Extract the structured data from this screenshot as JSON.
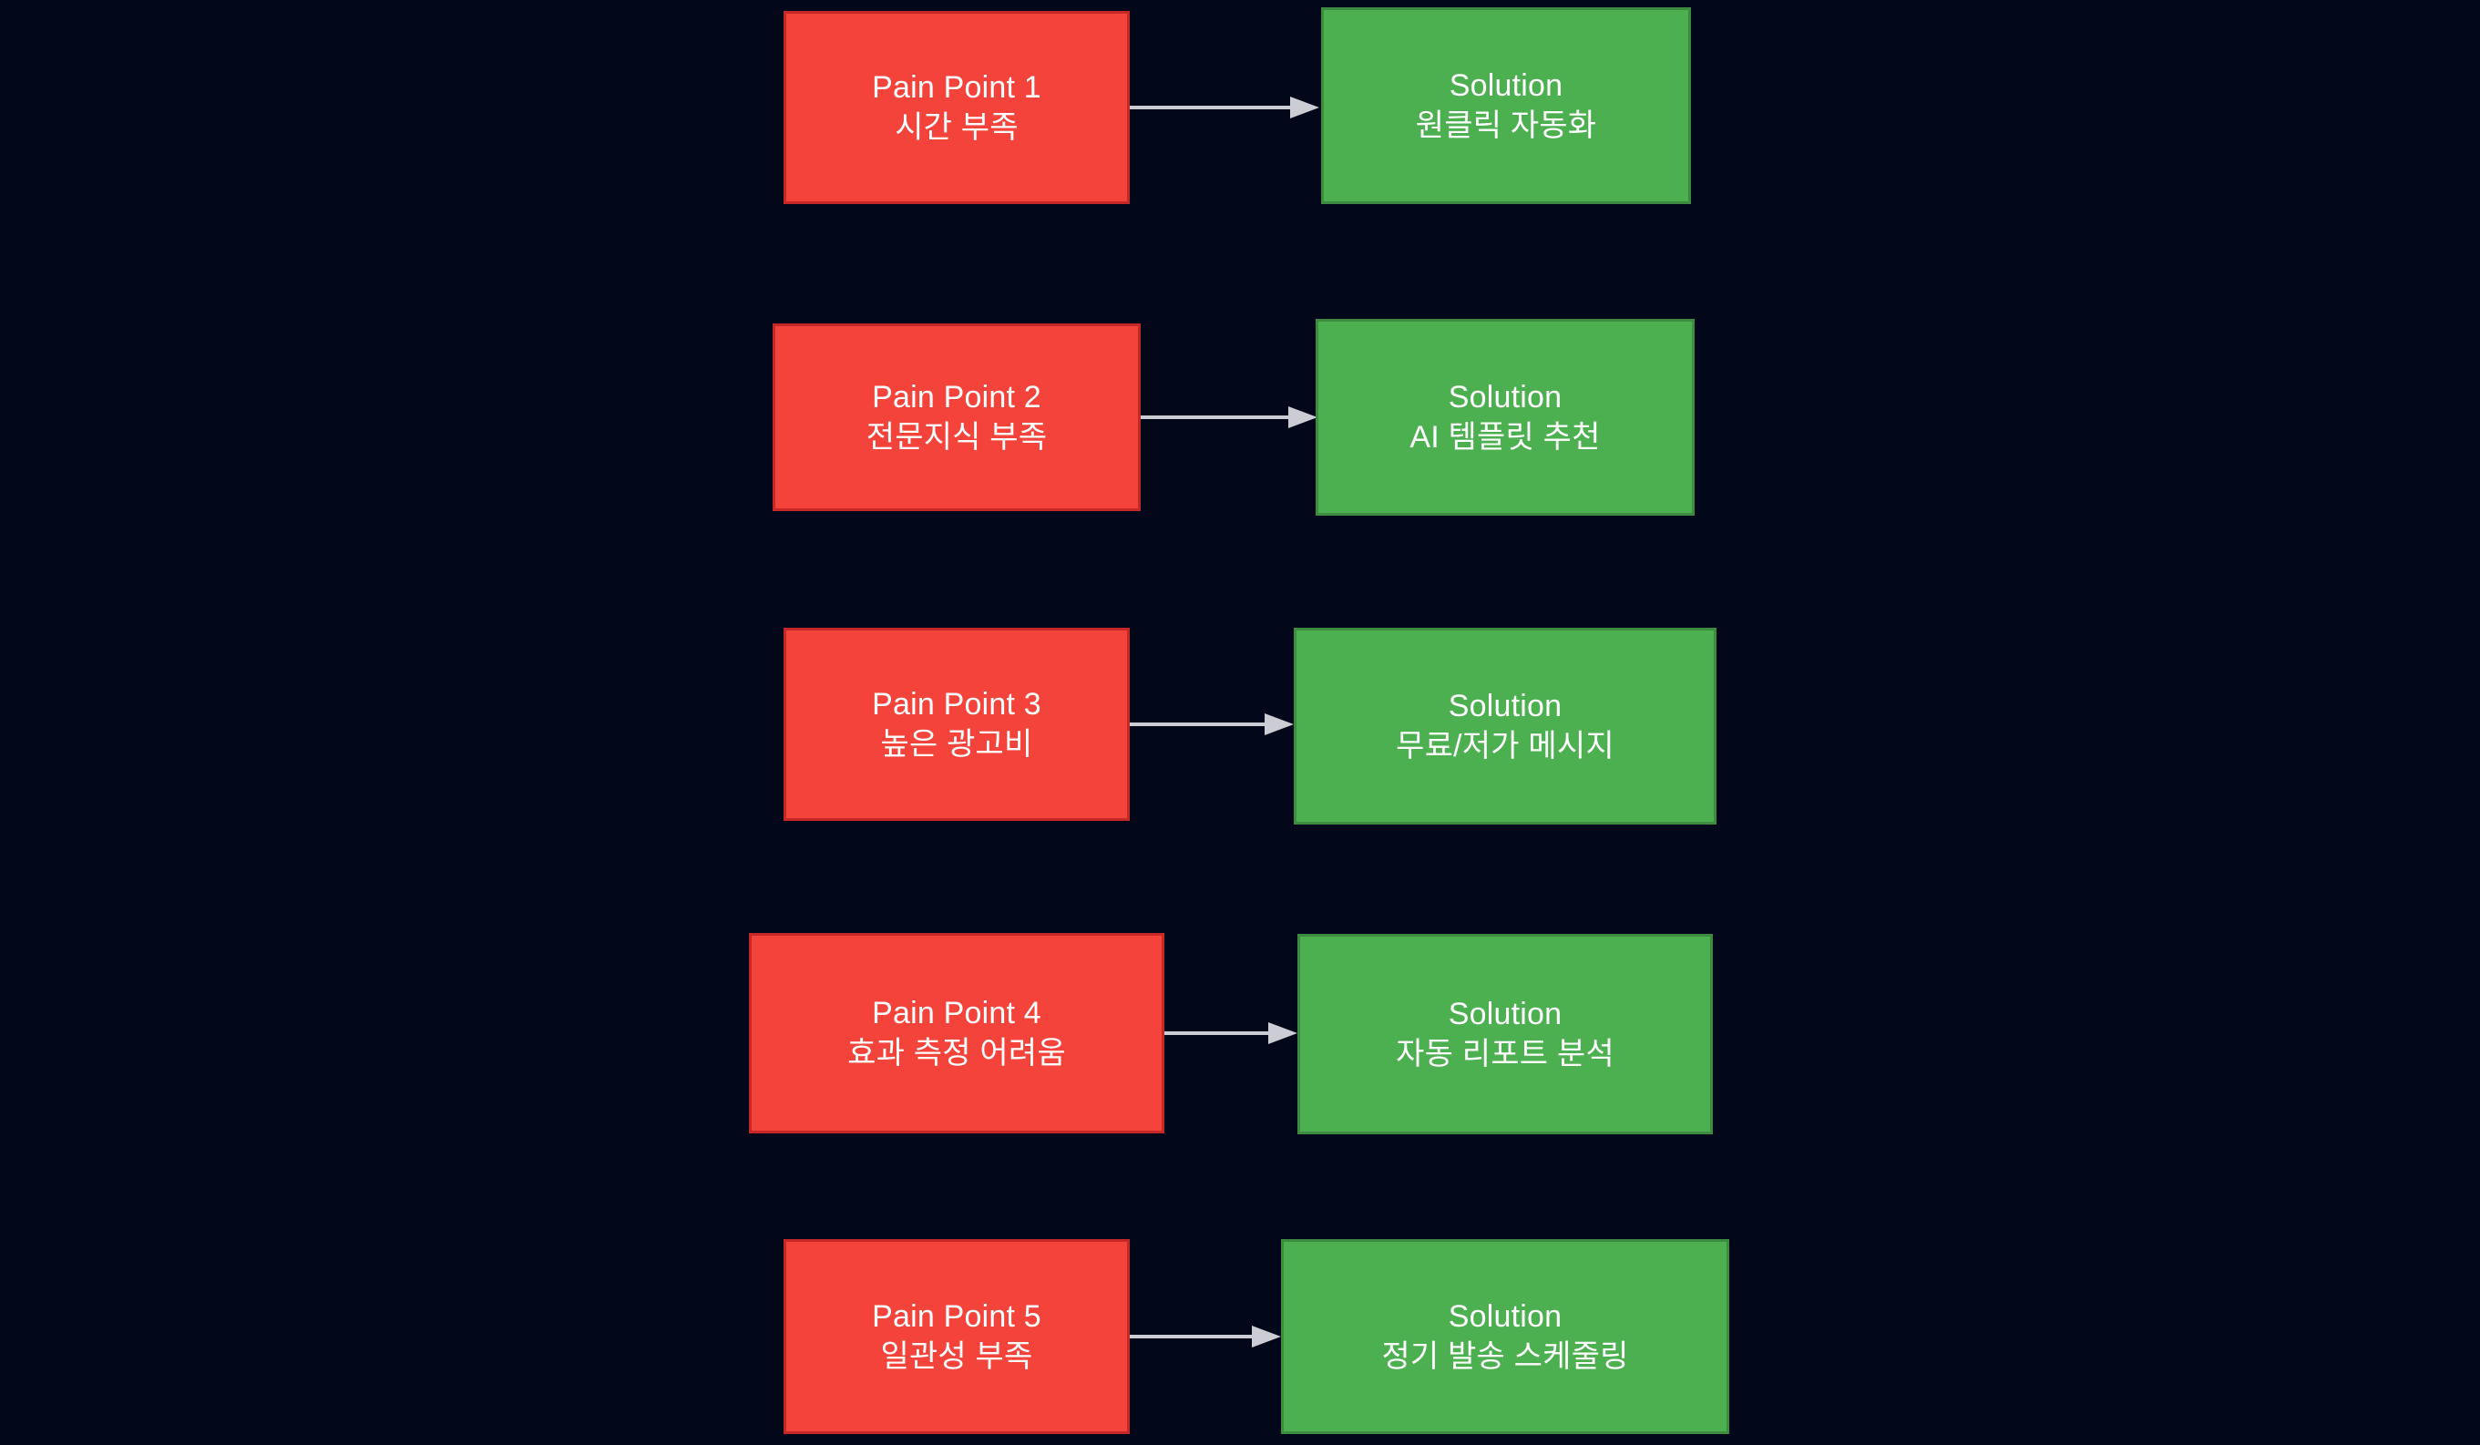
{
  "diagram": {
    "background_color": "#02081a",
    "pain_color": "#f4433a",
    "pain_border_color": "#c62828",
    "solution_color": "#4caf50",
    "solution_border_color": "#3d8b40",
    "arrow_color": "#ccccd4",
    "text_color": "#ffffff"
  },
  "rows": [
    {
      "pain": {
        "title": "Pain Point 1",
        "detail": "시간 부족"
      },
      "solution": {
        "title": "Solution",
        "detail": "원클릭 자동화"
      }
    },
    {
      "pain": {
        "title": "Pain Point 2",
        "detail": "전문지식 부족"
      },
      "solution": {
        "title": "Solution",
        "detail": "AI 템플릿 추천"
      }
    },
    {
      "pain": {
        "title": "Pain Point 3",
        "detail": "높은 광고비"
      },
      "solution": {
        "title": "Solution",
        "detail": "무료/저가 메시지"
      }
    },
    {
      "pain": {
        "title": "Pain Point 4",
        "detail": "효과 측정 어려움"
      },
      "solution": {
        "title": "Solution",
        "detail": "자동 리포트 분석"
      }
    },
    {
      "pain": {
        "title": "Pain Point 5",
        "detail": "일관성 부족"
      },
      "solution": {
        "title": "Solution",
        "detail": "정기 발송 스케줄링"
      }
    }
  ]
}
